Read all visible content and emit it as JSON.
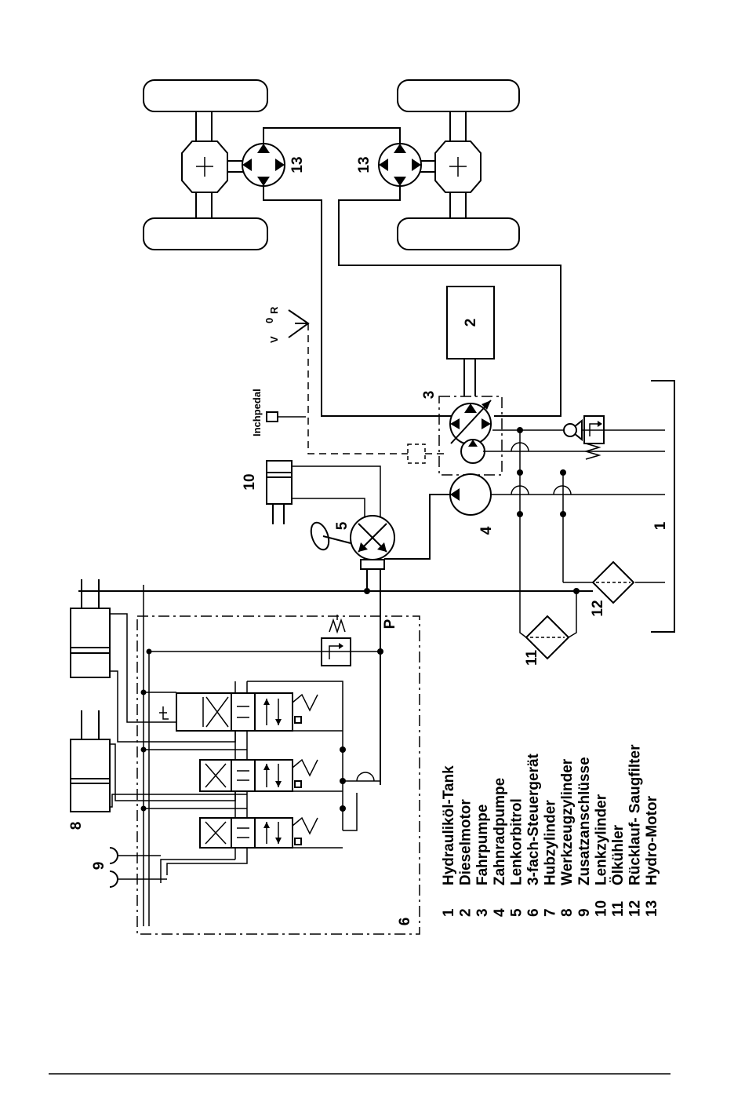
{
  "diagram": {
    "component_labels": {
      "n13_left": "13",
      "n13_right": "13",
      "n2": "2",
      "n3": "3",
      "n4": "4",
      "n5": "5",
      "n10": "10",
      "n1": "1",
      "n11": "11",
      "n12": "12",
      "n8": "8",
      "n9": "9",
      "n6": "6",
      "port_p": "P"
    },
    "pedal": {
      "inch_label": "Inchpedal",
      "v": "V",
      "zero": "0",
      "r": "R"
    },
    "legend": [
      {
        "num": "1",
        "text": "Hydrauliköl-Tank"
      },
      {
        "num": "2",
        "text": "Dieselmotor"
      },
      {
        "num": "3",
        "text": "Fahrpumpe"
      },
      {
        "num": "4",
        "text": "Zahnradpumpe"
      },
      {
        "num": "5",
        "text": "Lenkorbitrol"
      },
      {
        "num": "6",
        "text": "3-fach-Steuergerät"
      },
      {
        "num": "7",
        "text": "Hubzylinder"
      },
      {
        "num": "8",
        "text": "Werkzeugzylinder"
      },
      {
        "num": "9",
        "text": "Zusatzanschlüsse"
      },
      {
        "num": "10",
        "text": "Lenkzylinder"
      },
      {
        "num": "11",
        "text": "Ölkühler"
      },
      {
        "num": "12",
        "text": "Rücklauf- Saugfilter"
      },
      {
        "num": "13",
        "text": "Hydro-Motor"
      }
    ]
  }
}
